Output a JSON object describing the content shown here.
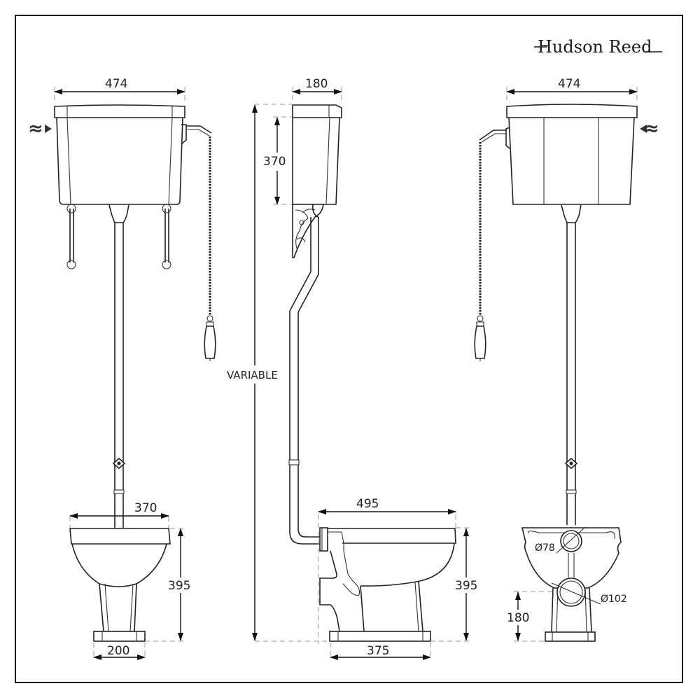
{
  "brand": {
    "name": "Hudson Reed"
  },
  "views": {
    "front": {
      "cistern_width": "474",
      "pan_width": "370",
      "pan_height": "395",
      "base_width": "200",
      "water_inlet_icon": "wavy-arrow-right"
    },
    "side": {
      "cistern_depth": "180",
      "cistern_height": "370",
      "overall_height": "VARIABLE",
      "pan_depth": "495",
      "pan_height": "395",
      "base_depth": "375"
    },
    "rear": {
      "cistern_width": "474",
      "outlet_diameter_upper": "Ø78",
      "outlet_diameter_lower": "Ø102",
      "outlet_height": "180",
      "water_inlet_icon": "wavy-arrow-left"
    }
  },
  "colors": {
    "line": "#222222",
    "dashed_guide": "#999999",
    "background": "#ffffff"
  }
}
